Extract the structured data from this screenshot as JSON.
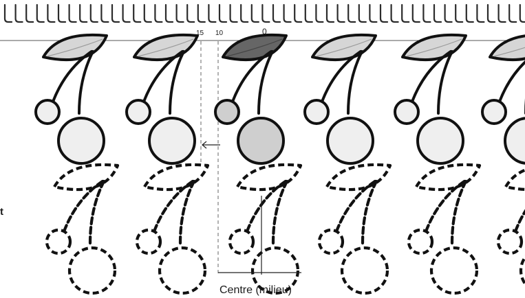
{
  "scale": {
    "label_15": "15",
    "label_10": "10",
    "label_0": "0"
  },
  "motifs": {
    "count": 6,
    "highlighted_index": 2
  },
  "labels": {
    "left_partial": "t",
    "centre": "Centre (milieu)"
  },
  "colors": {
    "line": "#111111",
    "leaf_fill": "#d6d6d6",
    "leaf_highlight": "#666666",
    "berry_fill": "#efefef",
    "berry_highlight": "#cfcfcf",
    "background": "#ffffff"
  }
}
